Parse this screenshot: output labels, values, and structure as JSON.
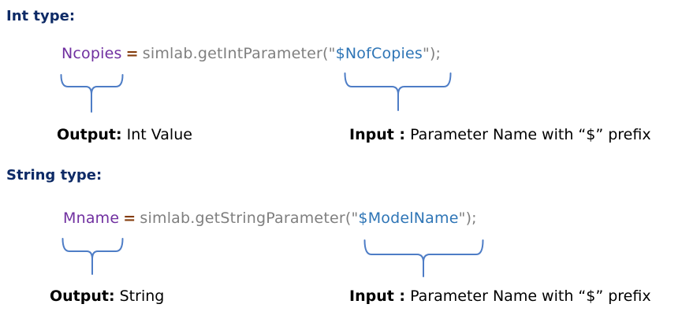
{
  "colors": {
    "background": "#FFFFFF",
    "heading_navy": "#0D2A66",
    "variable_purple": "#7030A0",
    "operator_brown": "#843C0C",
    "code_gray": "#7F7F7F",
    "parameter_blue": "#2E75B6",
    "brace_blue": "#4E7DC6",
    "label_black": "#000000"
  },
  "sections": [
    {
      "heading": "Int type:",
      "code": {
        "variable": "Ncopies",
        "operator": "=",
        "call_prefix": "simlab.getIntParameter(\"",
        "parameter": "$NofCopies",
        "call_suffix": "\");"
      },
      "output_label": "Output:",
      "output_value": " Int Value",
      "input_label": "Input :",
      "input_value": " Parameter Name with “$” prefix"
    },
    {
      "heading": "String type:",
      "code": {
        "variable": "Mname",
        "operator": "=",
        "call_prefix": "simlab.getStringParameter(\"",
        "parameter": "$ModelName",
        "call_suffix": "\");"
      },
      "output_label": "Output:",
      "output_value": " String",
      "input_label": "Input :",
      "input_value": " Parameter Name with “$” prefix"
    }
  ]
}
